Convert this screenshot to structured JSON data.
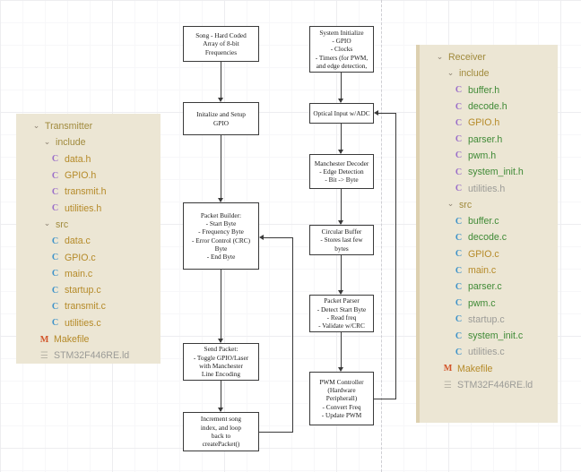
{
  "canvas": {
    "grid": true,
    "background": "#ffffff",
    "minor_grid_color": "#f7f7f9",
    "major_grid_color": "#ededf0",
    "divider": "dashed-vertical"
  },
  "palette": {
    "panel_bg": "#ece6d4",
    "panel_border": "#ddd0b0",
    "status_new": "#3f8a36",
    "status_modified": "#b58a28",
    "status_unchanged": "#9b9b97",
    "folder": "#a08a3c",
    "icon_header": "#9b6fc9",
    "icon_source": "#3f93c9",
    "icon_makefile": "#d2552a",
    "box_border": "#3a3a3a",
    "box_fill": "#ffffff"
  },
  "flowcharts": [
    {
      "name": "transmitter-flow",
      "nodes": [
        {
          "id": "song",
          "text": "Song - Hard Coded\nArray of 8-bit\nFrequencies"
        },
        {
          "id": "init-gpio",
          "text": "Initalize and Setup\nGPIO"
        },
        {
          "id": "packet-builder",
          "text": "Packet Builder:\n- Start Byte\n- Frequency Byte\n- Error Control (CRC)\nByte\n-  End Byte"
        },
        {
          "id": "send-packet",
          "text": "Send Packet:\n- Toggle GPIO/Laser\nwith Manchester\nLine Encoding"
        },
        {
          "id": "increment",
          "text": "Increment song\nindex, and loop\nback to\ncreatePacket()"
        }
      ]
    },
    {
      "name": "receiver-flow",
      "nodes": [
        {
          "id": "system-init",
          "text": "System Initialize\n- GPIO\n- Clocks\n- Timers (for PWM,\nand edge detection,"
        },
        {
          "id": "optical-adc",
          "text": "Optical Input w/ADC"
        },
        {
          "id": "manchester",
          "text": "Manchester Decoder\n- Edge Detection\n- Bit -> Byte"
        },
        {
          "id": "circ-buffer",
          "text": "Circular Buffer\n- Stores last few\nbytes"
        },
        {
          "id": "packet-parser",
          "text": "Packet Parser\n- Detect Start Byte\n- Read freq\n- Validate w/CRC"
        },
        {
          "id": "pwm-ctrl",
          "text": "PWM Controller\n(Hardware\nPeripherall)\n- Convert Freq\n- Update PWM"
        }
      ]
    }
  ],
  "transmitter_tree": {
    "root": {
      "label": "Transmitter",
      "status": "folder",
      "expanded": true
    },
    "groups": [
      {
        "label": "include",
        "status": "folder",
        "expanded": true,
        "files": [
          {
            "name": "data.h",
            "icon": "c-header-icon",
            "status": "modified"
          },
          {
            "name": "GPIO.h",
            "icon": "c-header-icon",
            "status": "modified"
          },
          {
            "name": "transmit.h",
            "icon": "c-header-icon",
            "status": "modified"
          },
          {
            "name": "utilities.h",
            "icon": "c-header-icon",
            "status": "modified"
          }
        ]
      },
      {
        "label": "src",
        "status": "folder",
        "expanded": true,
        "files": [
          {
            "name": "data.c",
            "icon": "c-source-icon",
            "status": "modified"
          },
          {
            "name": "GPIO.c",
            "icon": "c-source-icon",
            "status": "modified"
          },
          {
            "name": "main.c",
            "icon": "c-source-icon",
            "status": "modified"
          },
          {
            "name": "startup.c",
            "icon": "c-source-icon",
            "status": "modified"
          },
          {
            "name": "transmit.c",
            "icon": "c-source-icon",
            "status": "modified"
          },
          {
            "name": "utilities.c",
            "icon": "c-source-icon",
            "status": "modified"
          }
        ]
      }
    ],
    "loose_files": [
      {
        "name": "Makefile",
        "icon": "makefile-icon",
        "status": "modified"
      },
      {
        "name": "STM32F446RE.ld",
        "icon": "linker-script-icon",
        "status": "unchanged"
      }
    ]
  },
  "receiver_tree": {
    "root": {
      "label": "Receiver",
      "status": "folder",
      "expanded": true
    },
    "groups": [
      {
        "label": "include",
        "status": "folder",
        "expanded": true,
        "files": [
          {
            "name": "buffer.h",
            "icon": "c-header-icon",
            "status": "new"
          },
          {
            "name": "decode.h",
            "icon": "c-header-icon",
            "status": "new"
          },
          {
            "name": "GPIO.h",
            "icon": "c-header-icon",
            "status": "modified"
          },
          {
            "name": "parser.h",
            "icon": "c-header-icon",
            "status": "new"
          },
          {
            "name": "pwm.h",
            "icon": "c-header-icon",
            "status": "new"
          },
          {
            "name": "system_init.h",
            "icon": "c-header-icon",
            "status": "new"
          },
          {
            "name": "utilities.h",
            "icon": "c-header-icon",
            "status": "unchanged"
          }
        ]
      },
      {
        "label": "src",
        "status": "folder",
        "expanded": true,
        "files": [
          {
            "name": "buffer.c",
            "icon": "c-source-icon",
            "status": "new"
          },
          {
            "name": "decode.c",
            "icon": "c-source-icon",
            "status": "new"
          },
          {
            "name": "GPIO.c",
            "icon": "c-source-icon",
            "status": "modified"
          },
          {
            "name": "main.c",
            "icon": "c-source-icon",
            "status": "modified"
          },
          {
            "name": "parser.c",
            "icon": "c-source-icon",
            "status": "new"
          },
          {
            "name": "pwm.c",
            "icon": "c-source-icon",
            "status": "new"
          },
          {
            "name": "startup.c",
            "icon": "c-source-icon",
            "status": "unchanged"
          },
          {
            "name": "system_init.c",
            "icon": "c-source-icon",
            "status": "new"
          },
          {
            "name": "utilities.c",
            "icon": "c-source-icon",
            "status": "unchanged"
          }
        ]
      }
    ],
    "loose_files": [
      {
        "name": "Makefile",
        "icon": "makefile-icon",
        "status": "modified"
      },
      {
        "name": "STM32F446RE.ld",
        "icon": "linker-script-icon",
        "status": "unchanged"
      }
    ]
  },
  "glyphs": {
    "chevron_down": "⌄",
    "c_letter": "C",
    "m_letter": "M",
    "ld_lines": "☰"
  }
}
